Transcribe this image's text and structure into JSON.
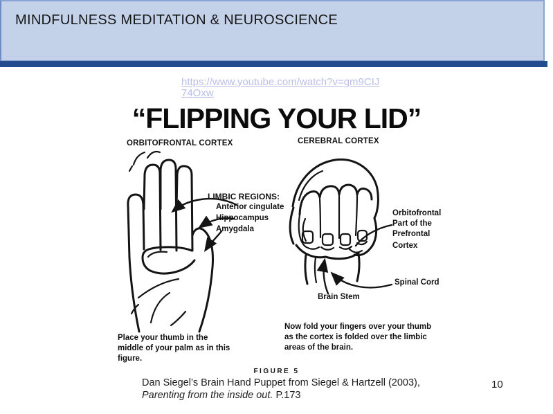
{
  "header": {
    "title": "MINDFULNESS MEDITATION & NEUROSCIENCE",
    "bg_color": "#c3d1e9",
    "accent_bar_color": "#224c8e"
  },
  "link": {
    "url": "https://www.youtube.com/watch?v=gm9CIJ74Oxw",
    "line1": "https://www.youtube.com/watch?v=gm9CIJ",
    "line2": "74Oxw",
    "color": "#b9bfe8"
  },
  "figure": {
    "title": "“FLIPPING YOUR LID”",
    "left_hand": {
      "top_label": "ORBITOFRONTAL CORTEX",
      "limbic_heading": "LIMBIC REGIONS:",
      "limbic_items": [
        "Anterior cingulate",
        "Hippocampus",
        "Amygdala"
      ],
      "caption": "Place your thumb in the middle of your palm as in this figure."
    },
    "right_hand": {
      "top_label": "CEREBRAL CORTEX",
      "side_label_line1": "Orbitofrontal",
      "side_label_line2": "Part of the",
      "side_label_line3": "Prefrontal",
      "side_label_line4": "Cortex",
      "spinal_label": "Spinal Cord",
      "brainstem_label": "Brain Stem",
      "caption": "Now fold your fingers over your thumb as the cortex is folded over the limbic areas of the brain."
    },
    "figure_number": "FIGURE 5"
  },
  "citation": {
    "line1": "Dan Siegel’s Brain Hand Puppet from Siegel & Hartzell (2003),",
    "line2_italic": "Parenting from the inside out.",
    "line2_regular": " P.173"
  },
  "page_number": "10"
}
